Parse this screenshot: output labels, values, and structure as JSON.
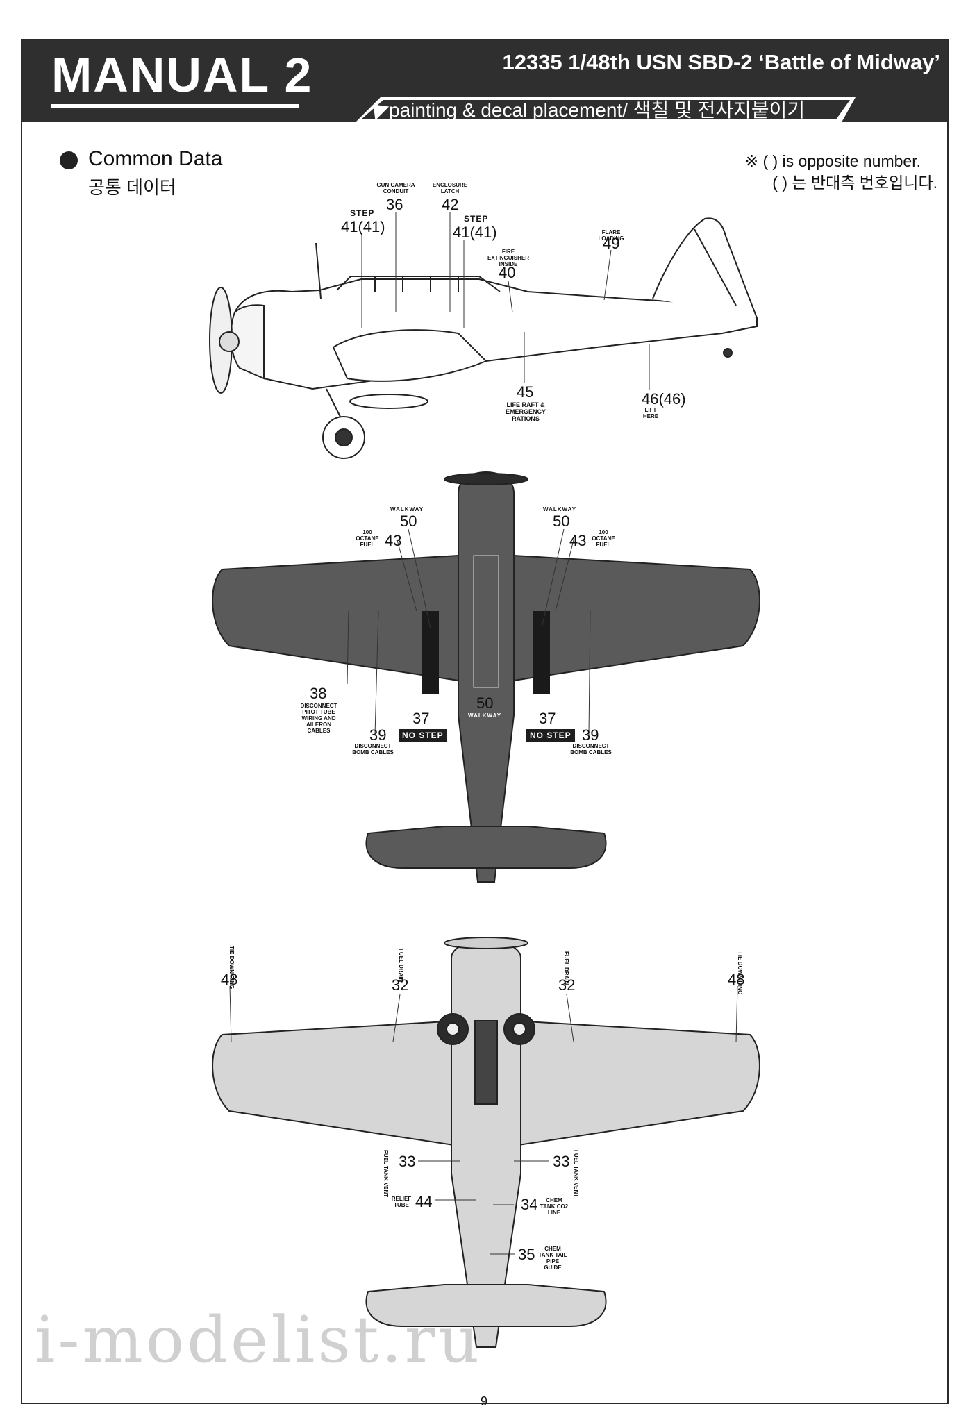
{
  "header": {
    "manual_title": "MANUAL 2",
    "product_title": "12335 1/48th USN SBD-2 ‘Battle of Midway’",
    "section": "painting & decal placement/ 색칠 및 전사지붙이기"
  },
  "common": {
    "title": "Common Data",
    "subtitle": "공통 데이터"
  },
  "note": {
    "line1": "※ ( ) is opposite number.",
    "line2": "( ) 는 반대측 번호입니다."
  },
  "side_view": {
    "n36": "36",
    "n36_label": "GUN CAMERA CONDUIT",
    "n42": "42",
    "n42_label": "ENCLOSURE LATCH",
    "step_label": "STEP",
    "n41a": "41(41)",
    "n41b": "41(41)",
    "n40": "40",
    "n40_label": "FIRE EXTINGUISHER INSIDE",
    "n49": "49",
    "n49_label": "FLARE LOADING",
    "n45": "45",
    "n45_label": "LIFE RAFT & EMERGENCY RATIONS",
    "n46": "46(46)",
    "n46_label": "LIFT HERE"
  },
  "top_view": {
    "walkway_label": "WALKWAY",
    "n50_left": "50",
    "n50_right": "50",
    "n50_center": "50",
    "n43_left": "43",
    "n43_right": "43",
    "fuel_label": "100 OCTANE FUEL",
    "n38": "38",
    "n38_label": "DISCONNECT PITOT TUBE WIRING AND AILERON CABLES",
    "n37_left": "37",
    "n37_right": "37",
    "n39_left": "39",
    "n39_right": "39",
    "bomb_label": "DISCONNECT BOMB CABLES",
    "nostep": "NO STEP"
  },
  "bottom_view": {
    "n48_left": "48",
    "n48_right": "48",
    "tie_down_label": "TIE DOWN RING",
    "n32_left": "32",
    "n32_right": "32",
    "fuel_drain_label": "FUEL DRAIN",
    "n33_left": "33",
    "n33_right": "33",
    "fuel_vent_label": "FUEL TANK VENT",
    "n44": "44",
    "n44_label": "RELIEF TUBE",
    "n34": "34",
    "n34_label": "CHEM TANK CO2 LINE",
    "n35": "35",
    "n35_label": "CHEM TANK TAIL PIPE GUIDE"
  },
  "watermark": "i-modelist.ru",
  "page_number": "9"
}
